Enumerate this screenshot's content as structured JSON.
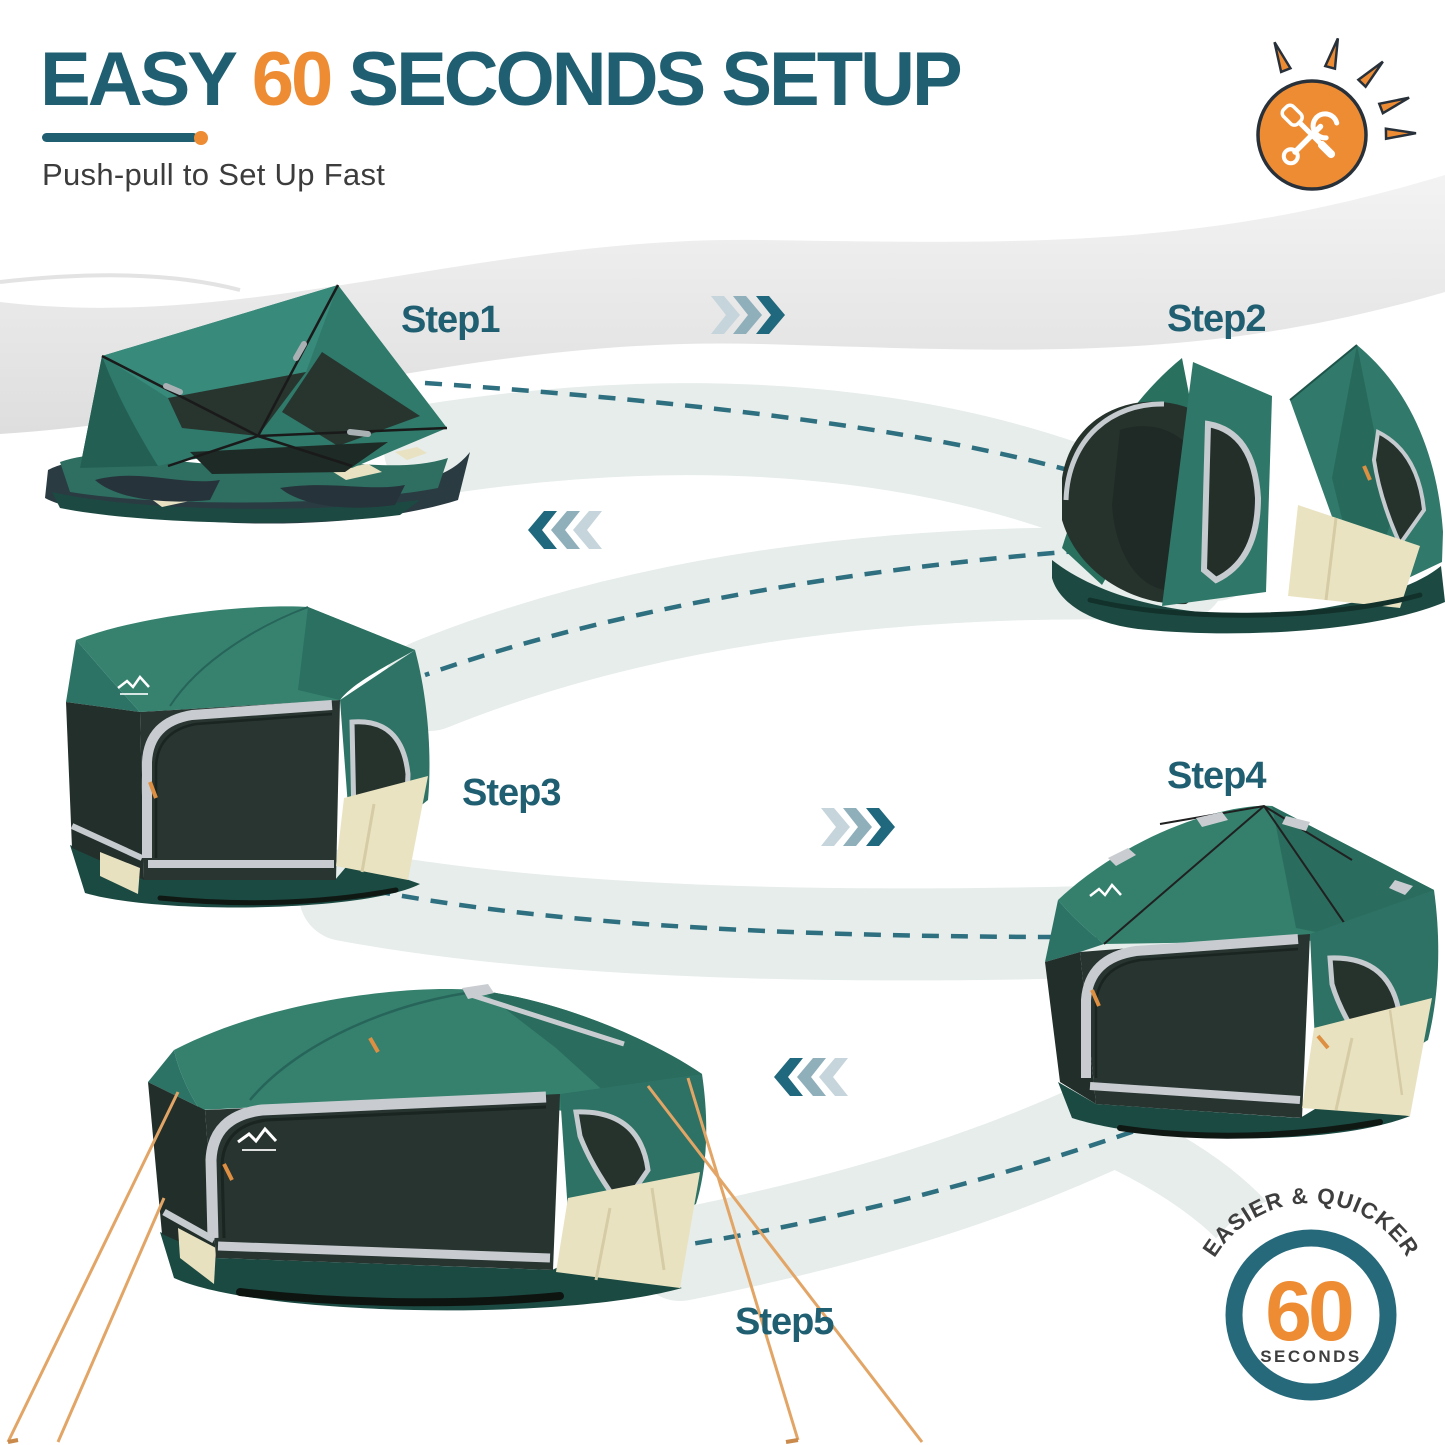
{
  "header": {
    "title_part1": "EASY",
    "title_highlight": "60",
    "title_part2": "SECONDS SETUP",
    "subtitle": "Push-pull to Set Up Fast"
  },
  "steps": [
    {
      "label": "Step1"
    },
    {
      "label": "Step2"
    },
    {
      "label": "Step3"
    },
    {
      "label": "Step4"
    },
    {
      "label": "Step5"
    }
  ],
  "badge": {
    "arc_text": "EASIER & QUICKER",
    "number": "60",
    "unit": "SECONDS"
  },
  "icons": {
    "tools_icon": "crossed-wrench-and-screwdriver",
    "arrow_right": "triple-chevron-right",
    "arrow_left": "triple-chevron-left"
  },
  "colors": {
    "teal": "#1F5F71",
    "orange": "#EE8C34",
    "text_dark": "#3C3C3C",
    "dash_teal": "#2E6F80",
    "ribbon_mint": "#E6EDEA",
    "chevron_dark": "#20687D",
    "chevron_mid": "#8FAFBA",
    "chevron_light": "#C6D5DB",
    "badge_ring": "#26697B",
    "tent_green": "#2F7A6B",
    "tent_beige": "#EAE3C2",
    "rope_orange": "#E2A566"
  }
}
